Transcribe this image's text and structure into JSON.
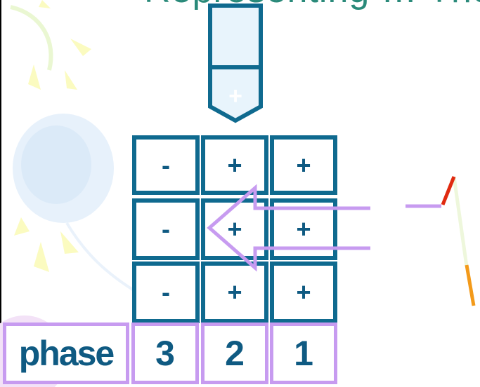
{
  "slide": {
    "title_fragment": "Representing … The"
  },
  "colors": {
    "cell_border": "#0f6a8f",
    "cell_text": "#0f5a82",
    "arrow": "#c79bf0",
    "phase_border": "#c79bf0",
    "stack_fill": "#e8f4fc"
  },
  "stack": {
    "sign": "+"
  },
  "grid": {
    "rows": [
      [
        "-",
        "+",
        "+"
      ],
      [
        "-",
        "+",
        "+"
      ],
      [
        "-",
        "+",
        "+"
      ]
    ]
  },
  "phase_row": {
    "label": "phase",
    "values": [
      "3",
      "2",
      "1"
    ]
  }
}
